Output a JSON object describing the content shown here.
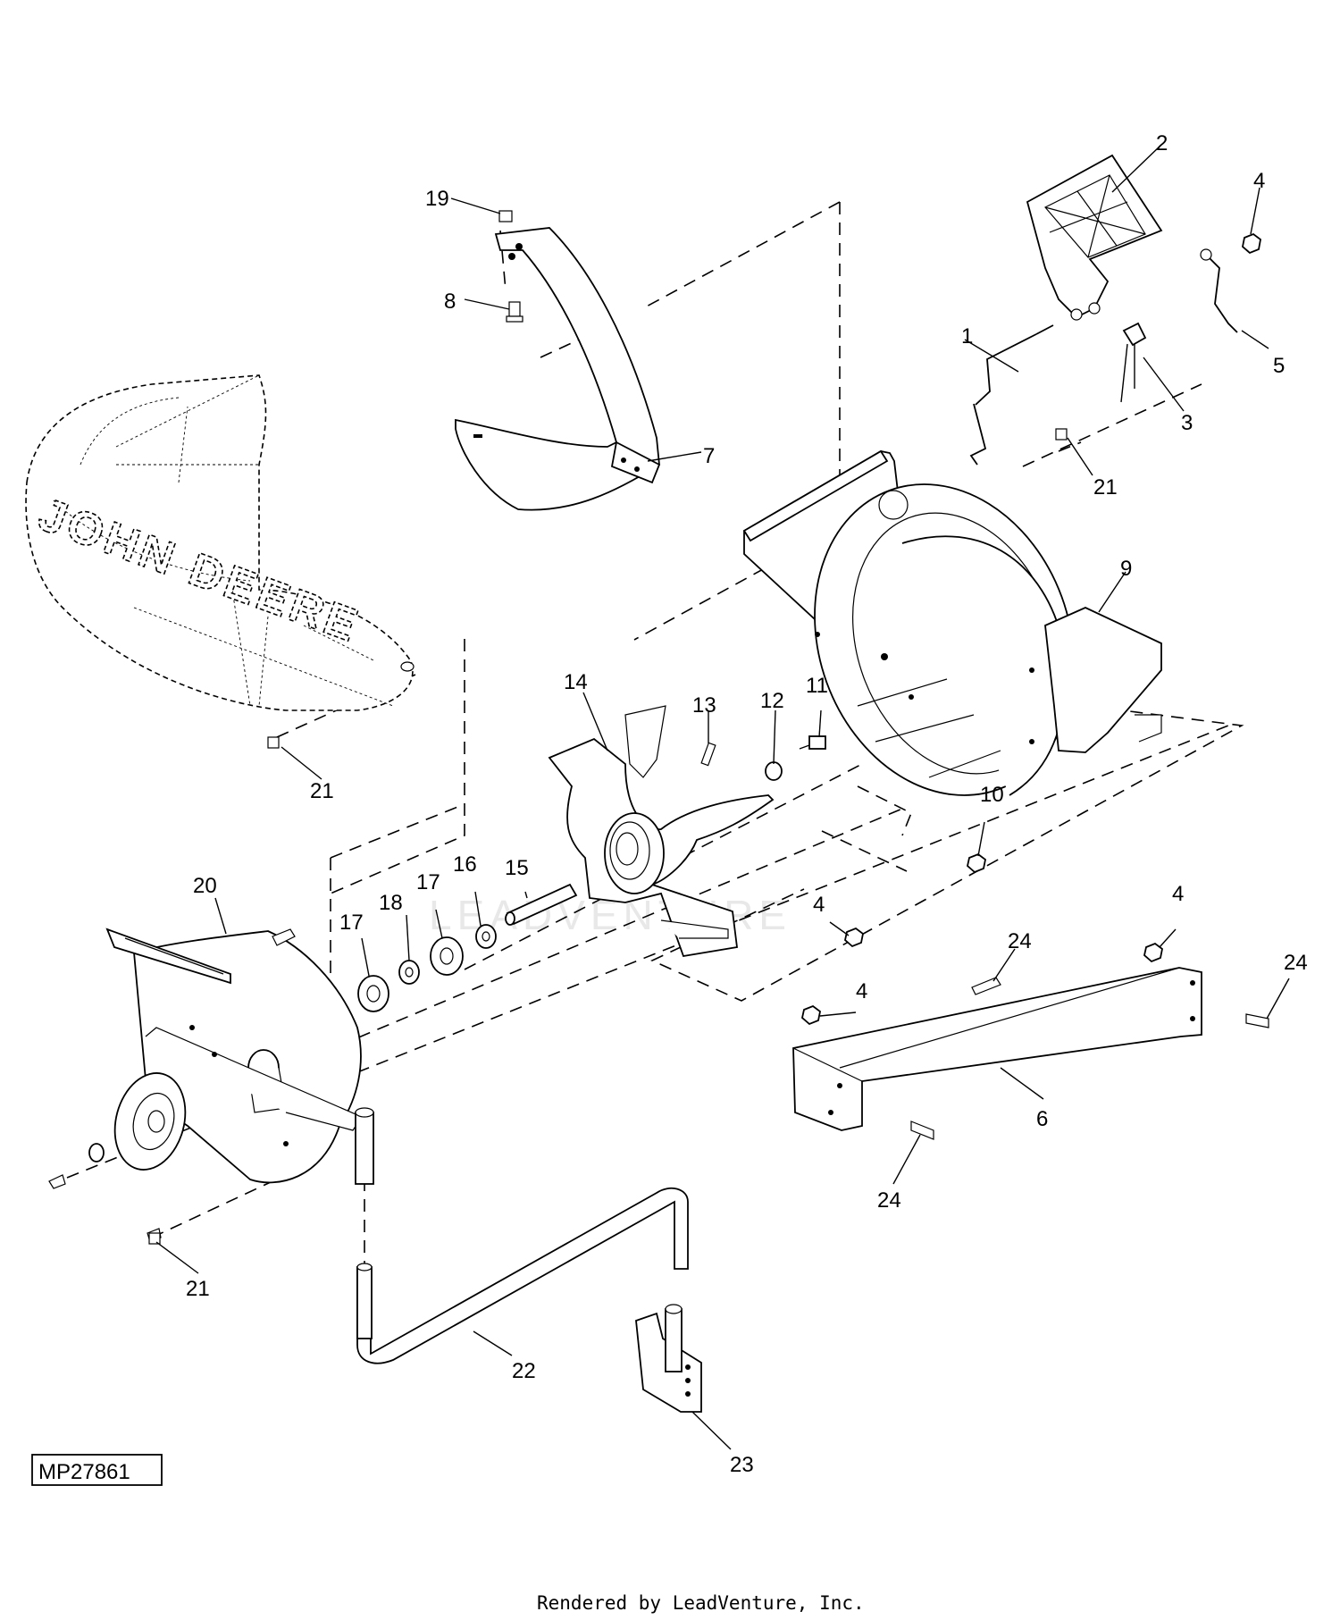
{
  "diagram": {
    "reference_id": "MP27861",
    "footer_text": "Rendered by LeadVenture, Inc.",
    "watermark_text": "LEADVENTURE",
    "logo_text": "JOHN DEERE",
    "callouts": {
      "c1": "1",
      "c2": "2",
      "c3": "3",
      "c4a": "4",
      "c4b": "4",
      "c4c": "4",
      "c4d": "4",
      "c5": "5",
      "c6": "6",
      "c7": "7",
      "c8": "8",
      "c9": "9",
      "c10": "10",
      "c11": "11",
      "c12": "12",
      "c13": "13",
      "c14": "14",
      "c15": "15",
      "c16": "16",
      "c17a": "17",
      "c17b": "17",
      "c18": "18",
      "c19": "19",
      "c20": "20",
      "c21a": "21",
      "c21b": "21",
      "c21c": "21",
      "c22": "22",
      "c23": "23",
      "c24a": "24",
      "c24b": "24",
      "c24c": "24"
    }
  }
}
